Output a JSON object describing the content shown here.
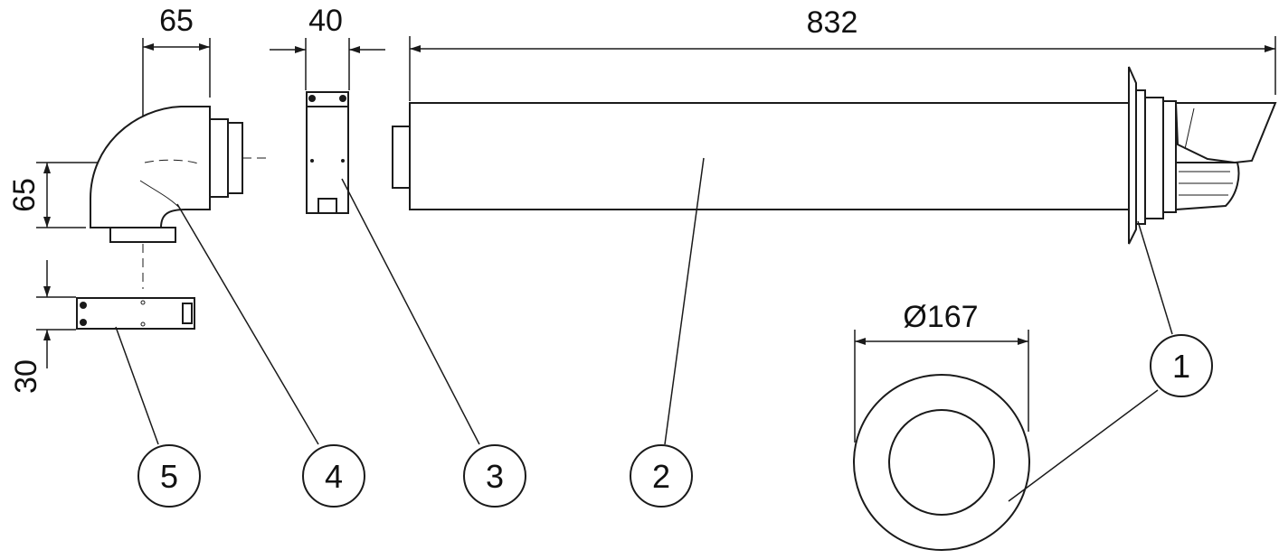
{
  "dimensions": {
    "elbow_width": "65",
    "elbow_height": "65",
    "clamp_width": "40",
    "pipe_length": "832",
    "plate_height": "30",
    "rosette_diameter": "Ø167"
  },
  "callouts": [
    "1",
    "2",
    "3",
    "4",
    "5"
  ],
  "colors": {
    "line": "#1a1a1a",
    "background": "#ffffff",
    "fill": "#ffffff"
  }
}
